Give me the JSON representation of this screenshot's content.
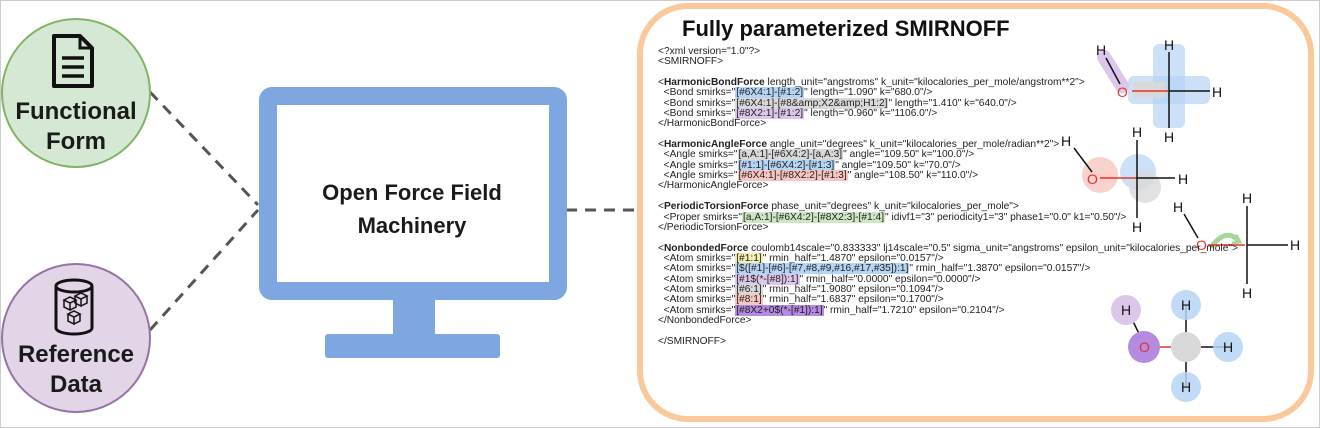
{
  "colors": {
    "green_circle": "#d5e8d4",
    "green_stroke": "#82b366",
    "purple_circle": "#e1d5e7",
    "purple_stroke": "#9673a6",
    "monitor": "#7ea6e0",
    "border_orange": "#f9c89b",
    "hl_blue": "#b6d4f5",
    "hl_purple": "#dcc6ea",
    "hl_green": "#cfe6c6",
    "hl_red": "#f7c6c0",
    "hl_yellow": "#f3efb0",
    "hl_gray": "#d9d9d9",
    "hl_violet": "#b48be0",
    "oxygen": "#e0362b"
  },
  "left": {
    "functional_form": {
      "line1": "Functional",
      "line2": "Form",
      "icon": "document-icon"
    },
    "reference_data": {
      "line1": "Reference",
      "line2": "Data",
      "icon": "database-icon"
    }
  },
  "center": {
    "line1": "Open Force Field",
    "line2": "Machinery",
    "icon": "monitor-icon"
  },
  "right": {
    "title": "Fully parameterized SMIRNOFF",
    "lines": [
      [
        {
          "t": "<?xml version=\"1.0\"?>"
        }
      ],
      [
        {
          "t": "<SMIRNOFF>"
        }
      ],
      [
        {
          "t": ""
        }
      ],
      [
        {
          "t": "<"
        },
        {
          "t": "HarmonicBondForce",
          "c": "tag"
        },
        {
          "t": " length_unit=\"angstroms\" k_unit=\"kilocalories_per_mole/angstrom**2\">"
        }
      ],
      [
        {
          "t": "  <Bond smirks=\""
        },
        {
          "t": "[#6X4:1]-[#1:2]",
          "h": "hl_blue"
        },
        {
          "t": "\" length=\"1.090\" k=\"680.0\"/>"
        }
      ],
      [
        {
          "t": "  <Bond smirks=\""
        },
        {
          "t": "[#6X4:1]-[#8&amp;X2&amp;H1:2]",
          "h": "hl_gray"
        },
        {
          "t": "\" length=\"1.410\" k=\"640.0\"/>"
        }
      ],
      [
        {
          "t": "  <Bond smirks=\""
        },
        {
          "t": "[#8X2:1]-[#1:2]",
          "h": "hl_purple"
        },
        {
          "t": "\" length=\"0.960\" k=\"1106.0\"/>"
        }
      ],
      [
        {
          "t": "</HarmonicBondForce>"
        }
      ],
      [
        {
          "t": ""
        }
      ],
      [
        {
          "t": "<"
        },
        {
          "t": "HarmonicAngleForce",
          "c": "tag"
        },
        {
          "t": " angle_unit=\"degrees\" k_unit=\"kilocalories_per_mole/radian**2\">"
        }
      ],
      [
        {
          "t": "  <Angle smirks=\""
        },
        {
          "t": "[a,A:1]-[#6X4:2]-[a,A:3]",
          "h": "hl_gray"
        },
        {
          "t": "\" angle=\"109.50\" k=\"100.0\"/>"
        }
      ],
      [
        {
          "t": "  <Angle smirks=\""
        },
        {
          "t": "[#1:1]-[#6X4:2]-[#1:3]",
          "h": "hl_blue"
        },
        {
          "t": "\" angle=\"109.50\" k=\"70.0\"/>"
        }
      ],
      [
        {
          "t": "  <Angle smirks=\""
        },
        {
          "t": "[#6X4:1]-[#8X2:2]-[#1:3]",
          "h": "hl_red"
        },
        {
          "t": "\" angle=\"108.50\" k=\"110.0\"/>"
        }
      ],
      [
        {
          "t": "</HarmonicAngleForce>"
        }
      ],
      [
        {
          "t": ""
        }
      ],
      [
        {
          "t": "<"
        },
        {
          "t": "PeriodicTorsionForce",
          "c": "tag"
        },
        {
          "t": " phase_unit=\"degrees\" k_unit=\"kilocalories_per_mole\">"
        }
      ],
      [
        {
          "t": "  <Proper smirks=\""
        },
        {
          "t": "[a,A:1]-[#6X4:2]-[#8X2:3]-[#1:4]",
          "h": "hl_green"
        },
        {
          "t": "\" idivf1=\"3\" periodicity1=\"3\" phase1=\"0.0\" k1=\"0.50\"/>"
        }
      ],
      [
        {
          "t": "</PeriodicTorsionForce>"
        }
      ],
      [
        {
          "t": ""
        }
      ],
      [
        {
          "t": "<"
        },
        {
          "t": "NonbondedForce",
          "c": "tag"
        },
        {
          "t": " coulomb14scale=\"0.833333\" lj14scale=\"0.5\" sigma_unit=\"angstroms\" epsilon_unit=\"kilocalories_per_mole\">"
        }
      ],
      [
        {
          "t": "  <Atom smirks=\""
        },
        {
          "t": "[#1:1]",
          "h": "hl_yellow"
        },
        {
          "t": "\" rmin_half=\"1.4870\" epsilon=\"0.0157\"/>"
        }
      ],
      [
        {
          "t": "  <Atom smirks=\""
        },
        {
          "t": "[$([#1]-[#6]-[#7,#8,#9,#16,#17,#35]):1]",
          "h": "hl_blue"
        },
        {
          "t": "\" rmin_half=\"1.3870\" epsilon=\"0.0157\"/>"
        }
      ],
      [
        {
          "t": "  <Atom smirks=\""
        },
        {
          "t": "[#1$(*-[#8]):1]",
          "h": "hl_purple"
        },
        {
          "t": "\" rmin_half=\"0.0000\" epsilon=\"0.0000\"/>"
        }
      ],
      [
        {
          "t": "  <Atom smirks=\""
        },
        {
          "t": "[#6:1]",
          "h": "hl_gray"
        },
        {
          "t": "\" rmin_half=\"1.9080\" epsilon=\"0.1094\"/>"
        }
      ],
      [
        {
          "t": "  <Atom smirks=\""
        },
        {
          "t": "[#8:1]",
          "h": "hl_red"
        },
        {
          "t": "\" rmin_half=\"1.6837\" epsilon=\"0.1700\"/>"
        }
      ],
      [
        {
          "t": "  <Atom smirks=\""
        },
        {
          "t": "[#8X2+0$(*-[#1]):1]",
          "h": "hl_violet"
        },
        {
          "t": "\" rmin_half=\"1.7210\" epsilon=\"0.2104\"/>"
        }
      ],
      [
        {
          "t": "</NonbondedForce>"
        }
      ],
      [
        {
          "t": ""
        }
      ],
      [
        {
          "t": "</SMIRNOFF>"
        }
      ]
    ]
  },
  "atoms": {
    "hydrogen": "H",
    "oxygen": "O"
  }
}
